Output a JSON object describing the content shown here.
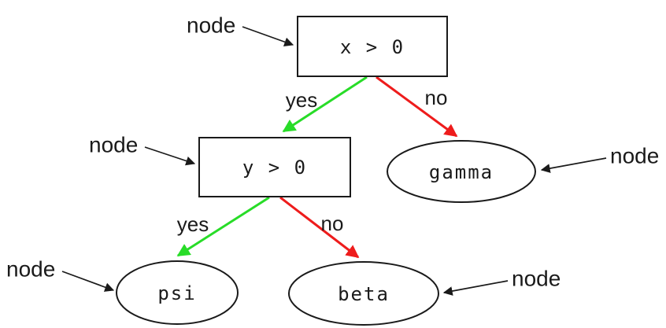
{
  "diagram": {
    "type": "decision-tree",
    "nodes": [
      {
        "id": "root",
        "shape": "rectangle",
        "role": "decision",
        "label": "x > 0"
      },
      {
        "id": "y-check",
        "shape": "rectangle",
        "role": "decision",
        "label": "y > 0"
      },
      {
        "id": "gamma",
        "shape": "ellipse",
        "role": "leaf",
        "label": "gamma"
      },
      {
        "id": "psi",
        "shape": "ellipse",
        "role": "leaf",
        "label": "psi"
      },
      {
        "id": "beta",
        "shape": "ellipse",
        "role": "leaf",
        "label": "beta"
      }
    ],
    "edges": [
      {
        "from": "root",
        "to": "y-check",
        "label": "yes",
        "color_key": "yes_edge"
      },
      {
        "from": "root",
        "to": "gamma",
        "label": "no",
        "color_key": "no_edge"
      },
      {
        "from": "y-check",
        "to": "psi",
        "label": "yes",
        "color_key": "yes_edge"
      },
      {
        "from": "y-check",
        "to": "beta",
        "label": "no",
        "color_key": "no_edge"
      }
    ],
    "annotations": [
      {
        "label": "node",
        "target": "root"
      },
      {
        "label": "node",
        "target": "y-check"
      },
      {
        "label": "node",
        "target": "gamma"
      },
      {
        "label": "node",
        "target": "psi"
      },
      {
        "label": "node",
        "target": "beta"
      }
    ],
    "colors": {
      "yes_edge": "#28DC28",
      "no_edge": "#EE1C1C",
      "node_stroke": "#1A1A1A",
      "text": "#1A1A1A",
      "background": "#FFFFFF"
    }
  }
}
